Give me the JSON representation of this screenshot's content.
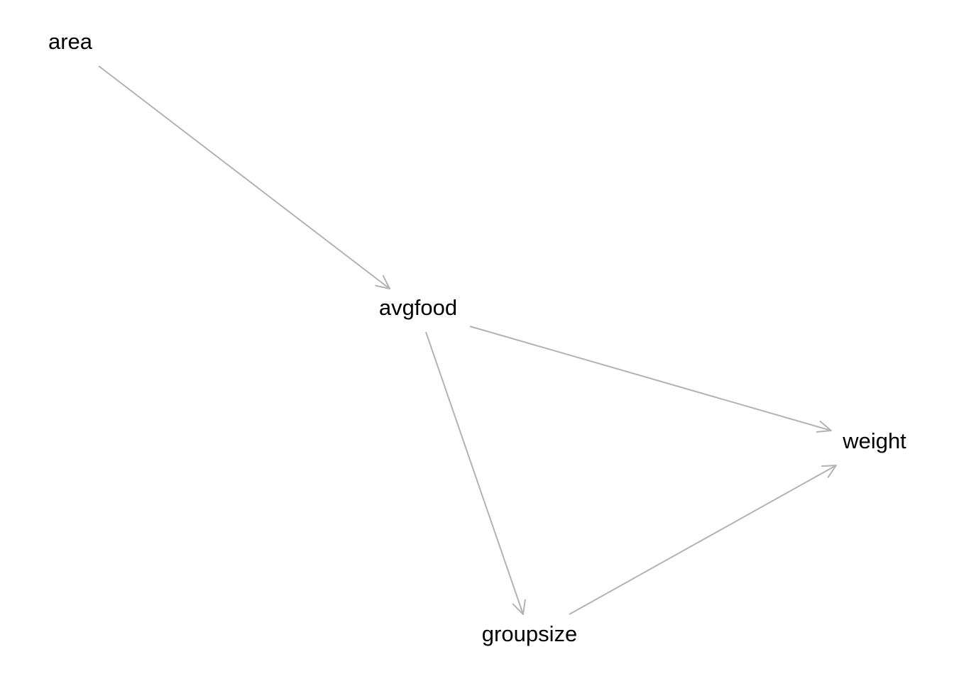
{
  "diagram": {
    "type": "directed-acyclic-graph",
    "edge_color": "#b3b3b3",
    "text_color": "#000000",
    "background": "#ffffff",
    "nodes": [
      {
        "id": "area",
        "label": "area"
      },
      {
        "id": "avgfood",
        "label": "avgfood"
      },
      {
        "id": "groupsize",
        "label": "groupsize"
      },
      {
        "id": "weight",
        "label": "weight"
      }
    ],
    "edges": [
      {
        "from": "area",
        "to": "avgfood"
      },
      {
        "from": "avgfood",
        "to": "weight"
      },
      {
        "from": "avgfood",
        "to": "groupsize"
      },
      {
        "from": "groupsize",
        "to": "weight"
      }
    ]
  }
}
